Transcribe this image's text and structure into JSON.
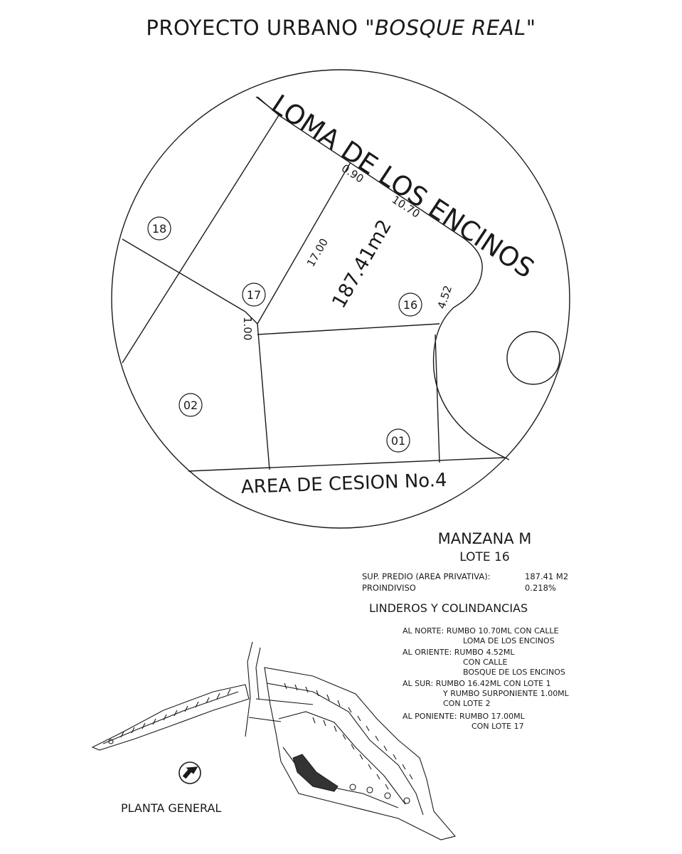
{
  "title": {
    "prefix": "PROYECTO URBANO",
    "name": "\"BOSQUE REAL\""
  },
  "plan": {
    "street_north": "LOMA DE LOS ENCINOS",
    "area_south": "AREA DE CESION No.4",
    "area_label": "187.41m2",
    "dimensions": {
      "d_090": "0.90",
      "d_1070": "10.70",
      "d_1700": "17.00",
      "d_452": "4.52",
      "d_100": "1.00"
    },
    "lots": [
      "18",
      "17",
      "16",
      "02",
      "01"
    ]
  },
  "info": {
    "manzana": "MANZANA M",
    "lote": "LOTE 16",
    "sup_label": "SUP. PREDIO (AREA PRIVATIVA):",
    "sup_value": "187.41 M2",
    "proindiviso_label": "PROINDIVISO",
    "proindiviso_value": "0.218%",
    "linderos_title": "LINDEROS Y COLINDANCIAS",
    "linderos": {
      "norte_1": "AL NORTE: RUMBO 10.70ML CON CALLE",
      "norte_2": "LOMA DE LOS ENCINOS",
      "oriente_1": "AL ORIENTE:  RUMBO 4.52ML",
      "oriente_2": "CON CALLE",
      "oriente_3": "BOSQUE DE LOS ENCINOS",
      "sur_1": "AL SUR:  RUMBO 16.42ML CON LOTE 1",
      "sur_2": "Y RUMBO SURPONIENTE  1.00ML",
      "sur_3": "CON LOTE 2",
      "poniente_1": "AL PONIENTE:  RUMBO 17.00ML",
      "poniente_2": "CON LOTE 17"
    }
  },
  "site_plan": {
    "label": "PLANTA GENERAL",
    "north_arrow_icon": "north-arrow-icon"
  }
}
